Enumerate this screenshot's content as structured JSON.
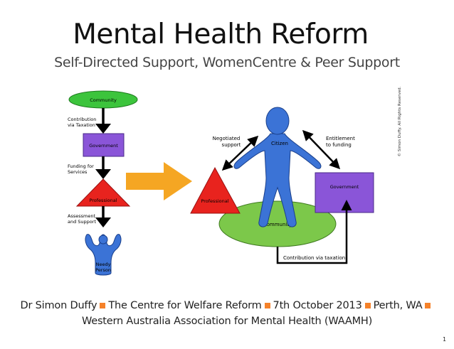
{
  "title": "Mental Health Reform",
  "subtitle": "Self-Directed Support, WomenCentre & Peer Support",
  "left_diagram": {
    "community": "Community",
    "label_contribution": [
      "Contribution",
      "via Taxation"
    ],
    "government": "Government",
    "label_funding": [
      "Funding for",
      "Services"
    ],
    "professional": "Professional",
    "label_assessment": [
      "Assessment",
      "and Support"
    ],
    "needy_person": [
      "Needy",
      "Person"
    ]
  },
  "right_diagram": {
    "negotiated_support": [
      "Negotiated",
      "support"
    ],
    "citizen": "Citizen",
    "entitlement": [
      "Entitlement",
      "to funding"
    ],
    "government": "Government",
    "professional": "Professional",
    "community": "Community",
    "contribution": "Contribution via taxation",
    "copyright": "© Simon Duffy. All Rights Reserved."
  },
  "footer": {
    "author": "Dr Simon Duffy",
    "org": "The Centre for Welfare Reform",
    "date": "7th October 2013",
    "place": "Perth, WA",
    "association": "Western Australia Association for Mental Health (WAAMH)"
  },
  "page_number": "1",
  "colors": {
    "green": "#3cc43c",
    "purple": "#8a55d8",
    "red": "#e8231e",
    "blue": "#3b73d6",
    "orange": "#f5a623",
    "bullet": "#f5822a"
  }
}
